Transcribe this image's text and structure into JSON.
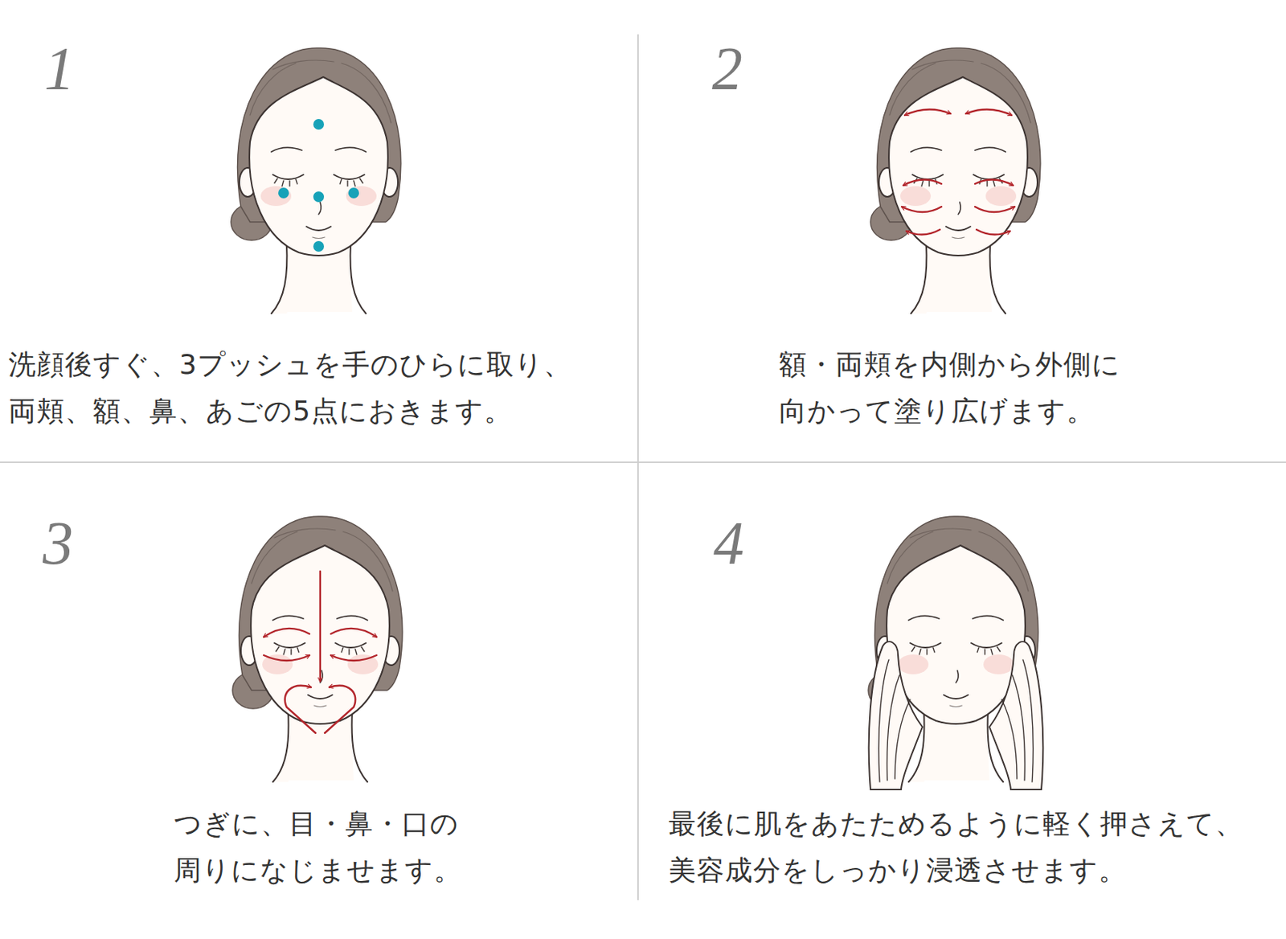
{
  "diagram": {
    "labels": [
      "1",
      "洗顔後すぐ、3プッシュを手のひらに取り、 両頬、額、鼻、あごの5点におきます。",
      "2",
      "額・両頬を内側から外側に 向かって塗り広げます。",
      "3",
      "つぎに、目・鼻・口の 周りになじませます。",
      "4",
      "最後に肌をあたためるように軽く押さえて、 美容成分をしっかり浸透させます。"
    ]
  }
}
